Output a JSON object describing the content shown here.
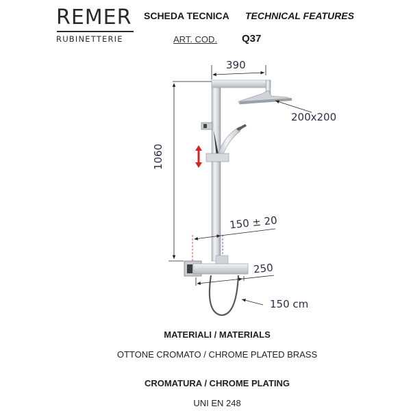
{
  "header": {
    "brand": "REMER",
    "brand_sub": "RUBINETTERIE",
    "title_it": "SCHEDA TECNICA",
    "title_en": "TECHNICAL FEATURES",
    "art_cod_label": "ART. COD.",
    "art_cod_value": "Q37"
  },
  "drawing": {
    "dim_width": "390",
    "dim_height": "1060",
    "dim_head": "200x200",
    "dim_centers": "150 ± 20",
    "dim_mixer": "250",
    "dim_hose": "150 cm",
    "colors": {
      "adjust_arrow": "#e02020",
      "dim_text": "#2b2f4a",
      "red_dash": "#e05050",
      "blue_dash": "#6060c0"
    }
  },
  "specs": {
    "materials_heading": "MATERIALI / MATERIALS",
    "materials_value": "OTTONE CROMATO / CHROME PLATED BRASS",
    "plating_heading": "CROMATURA / CHROME PLATING",
    "plating_value": "UNI EN 248"
  }
}
